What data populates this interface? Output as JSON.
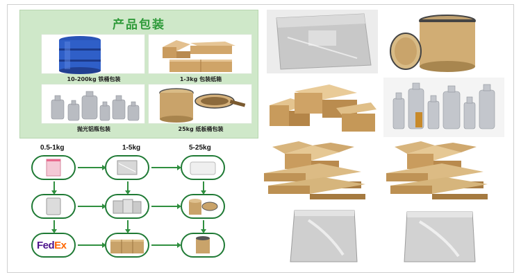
{
  "panel": {
    "title": "产品包装",
    "items": [
      {
        "caption": "10-200kg 铁桶包装",
        "icon": "blue-steel-drum"
      },
      {
        "caption": "1-3kg 包装纸箱",
        "icon": "cardboard-boxes"
      },
      {
        "caption": "抛光铝瓶包装",
        "icon": "aluminum-bottles"
      },
      {
        "caption": "25kg 纸板桶包装",
        "icon": "fiber-drums"
      }
    ]
  },
  "flow": {
    "columns": [
      "0.5-1kg",
      "1-5kg",
      "5-25kg"
    ],
    "courier_logo": {
      "fed": "Fed",
      "ex": "Ex"
    }
  },
  "colors": {
    "panel_bg": "#cfe8c9",
    "title_green": "#2f9a3a",
    "node_border": "#1f7a35",
    "fedex_purple": "#4d148c",
    "fedex_orange": "#ff6600",
    "kraft": "#c9a36a",
    "foil": "#c8c8c8"
  }
}
